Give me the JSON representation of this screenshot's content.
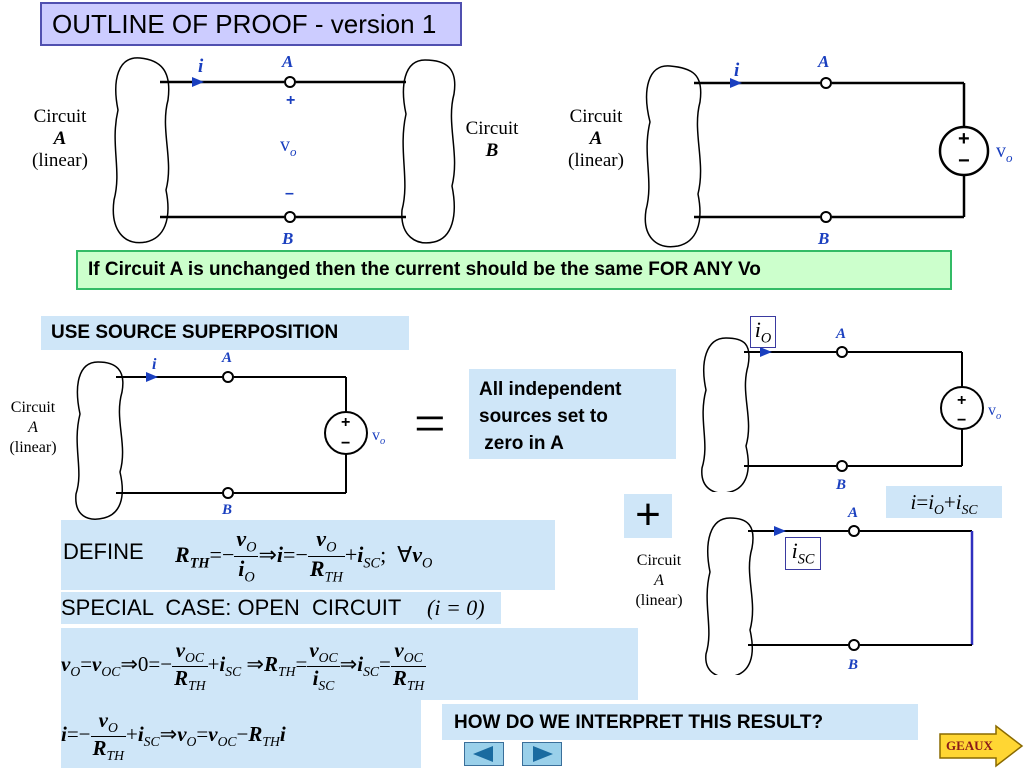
{
  "title": "OUTLINE OF PROOF - version 1",
  "top_left_diagram": {
    "circuit_a_line1": "Circuit",
    "circuit_a_line2": "A",
    "circuit_a_line3": "(linear)",
    "circuit_b_line1": "Circuit",
    "circuit_b_line2": "B",
    "current_label": "i",
    "node_a": "A",
    "node_b": "B",
    "plus": "+",
    "minus": "–",
    "voltage_label": "v",
    "voltage_sub": "o"
  },
  "top_right_diagram": {
    "circuit_a_line1": "Circuit",
    "circuit_a_line2": "A",
    "circuit_a_line3": "(linear)",
    "current_label": "i",
    "node_a": "A",
    "node_b": "B",
    "source_plus": "+",
    "source_minus": "−",
    "voltage_label": "v",
    "voltage_sub": "o"
  },
  "statement": "If Circuit A is unchanged then the current should be the same FOR ANY Vo",
  "superposition": {
    "heading": "USE SOURCE SUPERPOSITION",
    "left_circuit_line1": "Circuit",
    "left_circuit_line2": "A",
    "left_circuit_line3": "(linear)",
    "current_label": "i",
    "node_a": "A",
    "node_b": "B",
    "source_plus": "+",
    "source_minus": "−",
    "voltage_label": "v",
    "voltage_sub": "o",
    "equals": "=",
    "note": [
      "All independent",
      "sources set to",
      " zero in A"
    ],
    "plus_sign": "+",
    "io_label": "i",
    "io_sub": "O",
    "isc_label": "i",
    "isc_sub": "SC",
    "sum_eq": {
      "lhs": "i",
      "eq": "=",
      "t1": "i",
      "t1_sub": "O",
      "plus": "+",
      "t2": "i",
      "t2_sub": "SC"
    },
    "lower_circuit_line1": "Circuit",
    "lower_circuit_line2": "A",
    "lower_circuit_line3": "(linear)"
  },
  "define": {
    "label": "DEFINE",
    "rth": "R",
    "rth_sub": "TH",
    "eq": "=−",
    "vo": "v",
    "vo_sub": "O",
    "io": "i",
    "io_sub": "O",
    "implies": "⇒",
    "i": "i",
    "eq2": "=−",
    "plus": "+",
    "isc": "i",
    "isc_sub": "SC",
    "forall": ";  ∀",
    "forall_v": "v",
    "forall_v_sub": "O"
  },
  "special_case": {
    "text": "SPECIAL  CASE: OPEN  CIRCUIT",
    "cond": "(i = 0)"
  },
  "eq_line2": {
    "vo": "v",
    "vo_sub": "O",
    "eq": "=",
    "voc": "v",
    "voc_sub": "OC",
    "implies": "⇒",
    "zero": "0",
    "eq2": "=−",
    "frac_num": "v",
    "frac_num_sub": "OC",
    "frac_den": "R",
    "frac_den_sub": "TH",
    "plus": "+",
    "isc": "i",
    "isc_sub": "SC",
    "implies2": "⇒",
    "rth": "R",
    "rth_sub": "TH",
    "eq3": "=",
    "f2_num": "v",
    "f2_num_sub": "OC",
    "f2_den": "i",
    "f2_den_sub": "SC",
    "implies3": "⇒",
    "isc2": "i",
    "isc2_sub": "SC",
    "eq4": "=",
    "f3_num": "v",
    "f3_num_sub": "OC",
    "f3_den": "R",
    "f3_den_sub": "TH"
  },
  "eq_line3": {
    "i": "i",
    "eq": "=−",
    "f_num": "v",
    "f_num_sub": "O",
    "f_den": "R",
    "f_den_sub": "TH",
    "plus": "+",
    "isc": "i",
    "isc_sub": "SC",
    "implies": "⇒",
    "vo": "v",
    "vo_sub": "O",
    "eq2": "=",
    "voc": "v",
    "voc_sub": "OC",
    "minus": "−",
    "rth": "R",
    "rth_sub": "TH",
    "i2": "i"
  },
  "question": "HOW DO WE INTERPRET THIS RESULT?",
  "nav": {
    "prev_icon": "left-triangle-icon",
    "next_icon": "right-triangle-icon"
  },
  "geaux": "GEAUX",
  "colors": {
    "wire": "#000000",
    "label_blue": "#1a3fbf",
    "current_arrow": "#1a3fbf",
    "title_bg": "#ccccff",
    "statement_bg": "#ccffcc",
    "panel_bg": "#cfe6f8",
    "geaux_bg": "#ffd633"
  }
}
